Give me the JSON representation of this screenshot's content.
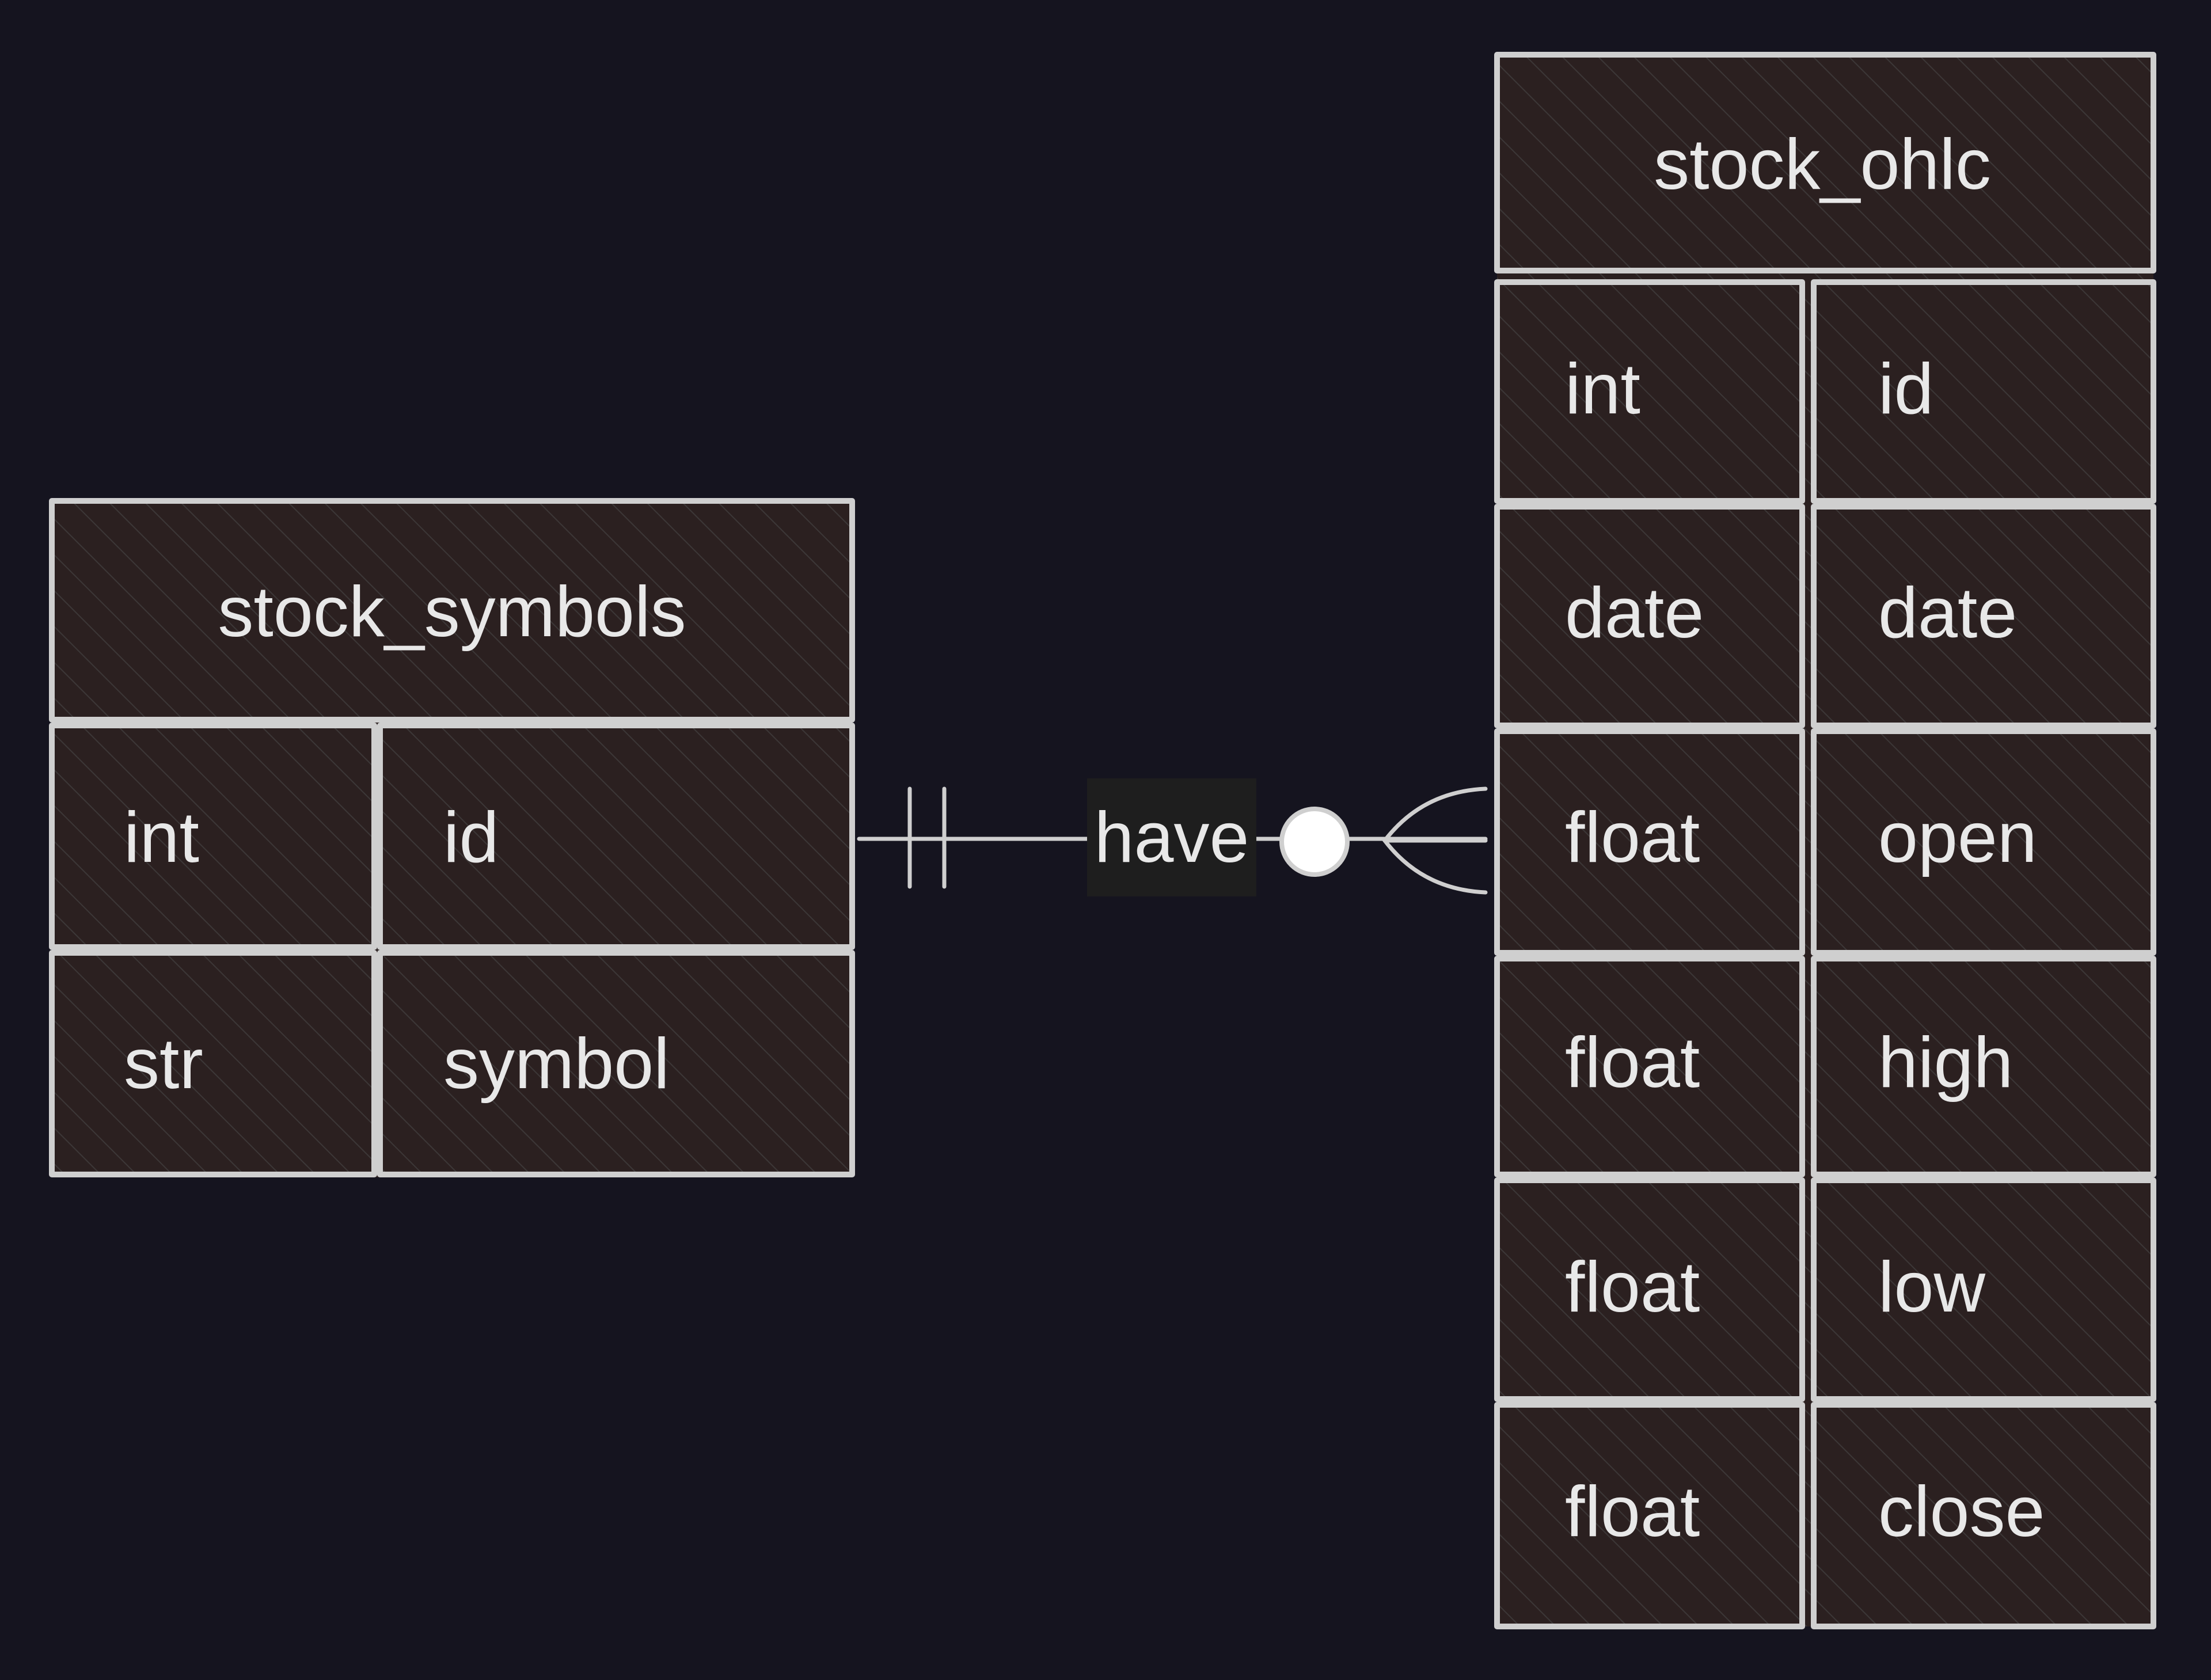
{
  "diagram": {
    "entities": [
      {
        "name": "stock_symbols",
        "attributes": [
          {
            "type": "int",
            "name": "id"
          },
          {
            "type": "str",
            "name": "symbol"
          }
        ]
      },
      {
        "name": "stock_ohlc",
        "attributes": [
          {
            "type": "int",
            "name": "id"
          },
          {
            "type": "date",
            "name": "date"
          },
          {
            "type": "float",
            "name": "open"
          },
          {
            "type": "float",
            "name": "high"
          },
          {
            "type": "float",
            "name": "low"
          },
          {
            "type": "float",
            "name": "close"
          }
        ]
      }
    ],
    "relationship": {
      "label": "have",
      "from": "stock_symbols",
      "to": "stock_ohlc",
      "from_cardinality": "exactly-one",
      "to_cardinality": "zero-or-many"
    },
    "colors": {
      "background": "#15141f",
      "entity_fill": "#2b2020",
      "stroke": "#cfcfcf",
      "text": "#e8e8e8"
    }
  }
}
